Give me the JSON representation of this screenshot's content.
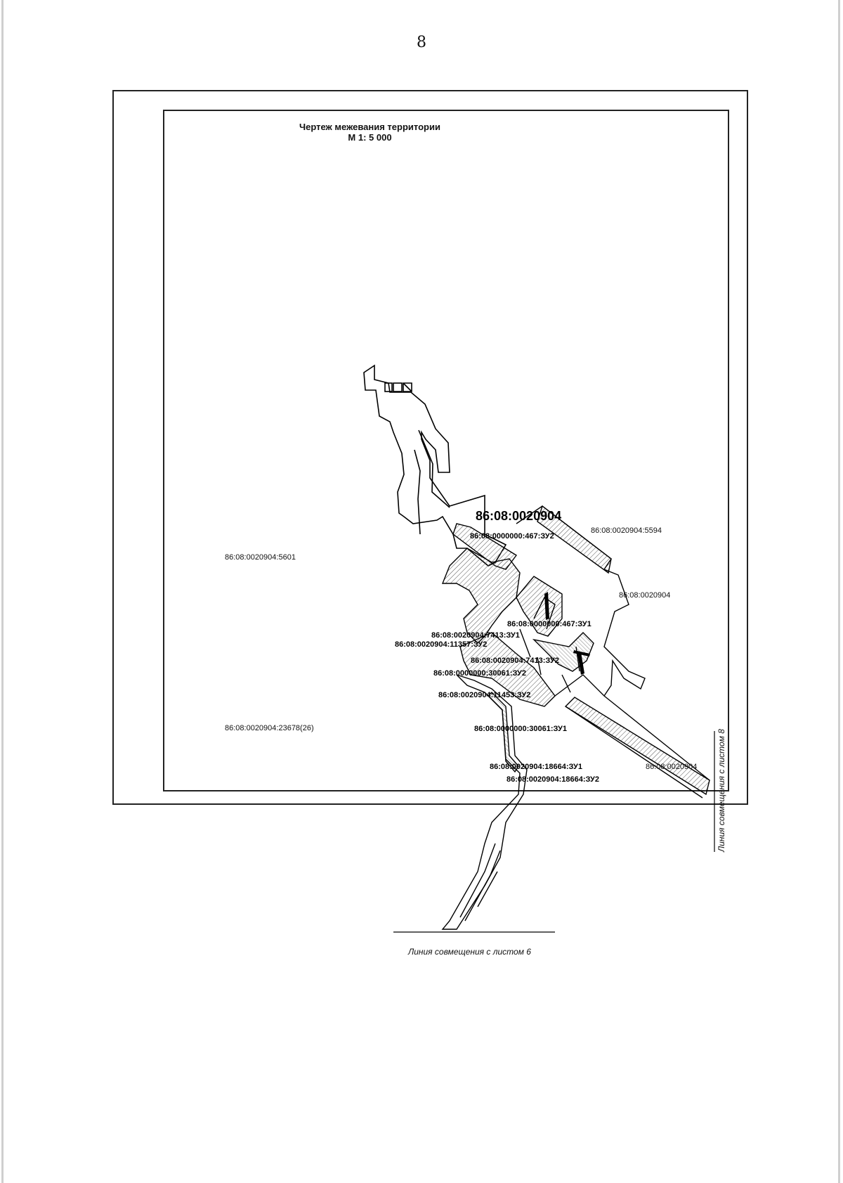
{
  "page_number": "8",
  "title": {
    "line1": "Чертеж межевания территории",
    "line2": "М 1: 5 000"
  },
  "block_label": "86:08:0020904",
  "parcel_labels": {
    "p5594": "86:08:0020904:5594",
    "p5601": "86:08:0020904:5601",
    "p_block_right": "86:08:0020904",
    "p23678": "86:08:0020904:23678(26)",
    "p_block_lower_right": "86:08:0020904"
  },
  "zu_labels": {
    "z467_2": "86:08:0000000:467:ЗУ2",
    "z467_1": "86:08:0000000:467:ЗУ1",
    "z7413_1": "86:08:0020904:7413:ЗУ1",
    "z11357_2": "86:08:0020904:11357:ЗУ2",
    "z7413_2": "86:08:0020904:7413:ЗУ2",
    "z30061_2": "86:08:0000000:30061:ЗУ2",
    "z11453_2": "86:08:0020904:11453:ЗУ2",
    "z30061_1": "86:08:0000000:30061:ЗУ1",
    "z18664_1": "86:08:0020904:18664:ЗУ1",
    "z18664_2": "86:08:0020904:18664:ЗУ2"
  },
  "match_lines": {
    "bottom": "Линия совмещения с листом 6",
    "right": "Линия совмещения с листом 8"
  },
  "colors": {
    "line": "#000000",
    "hatch": "#555555",
    "paper": "#ffffff"
  }
}
